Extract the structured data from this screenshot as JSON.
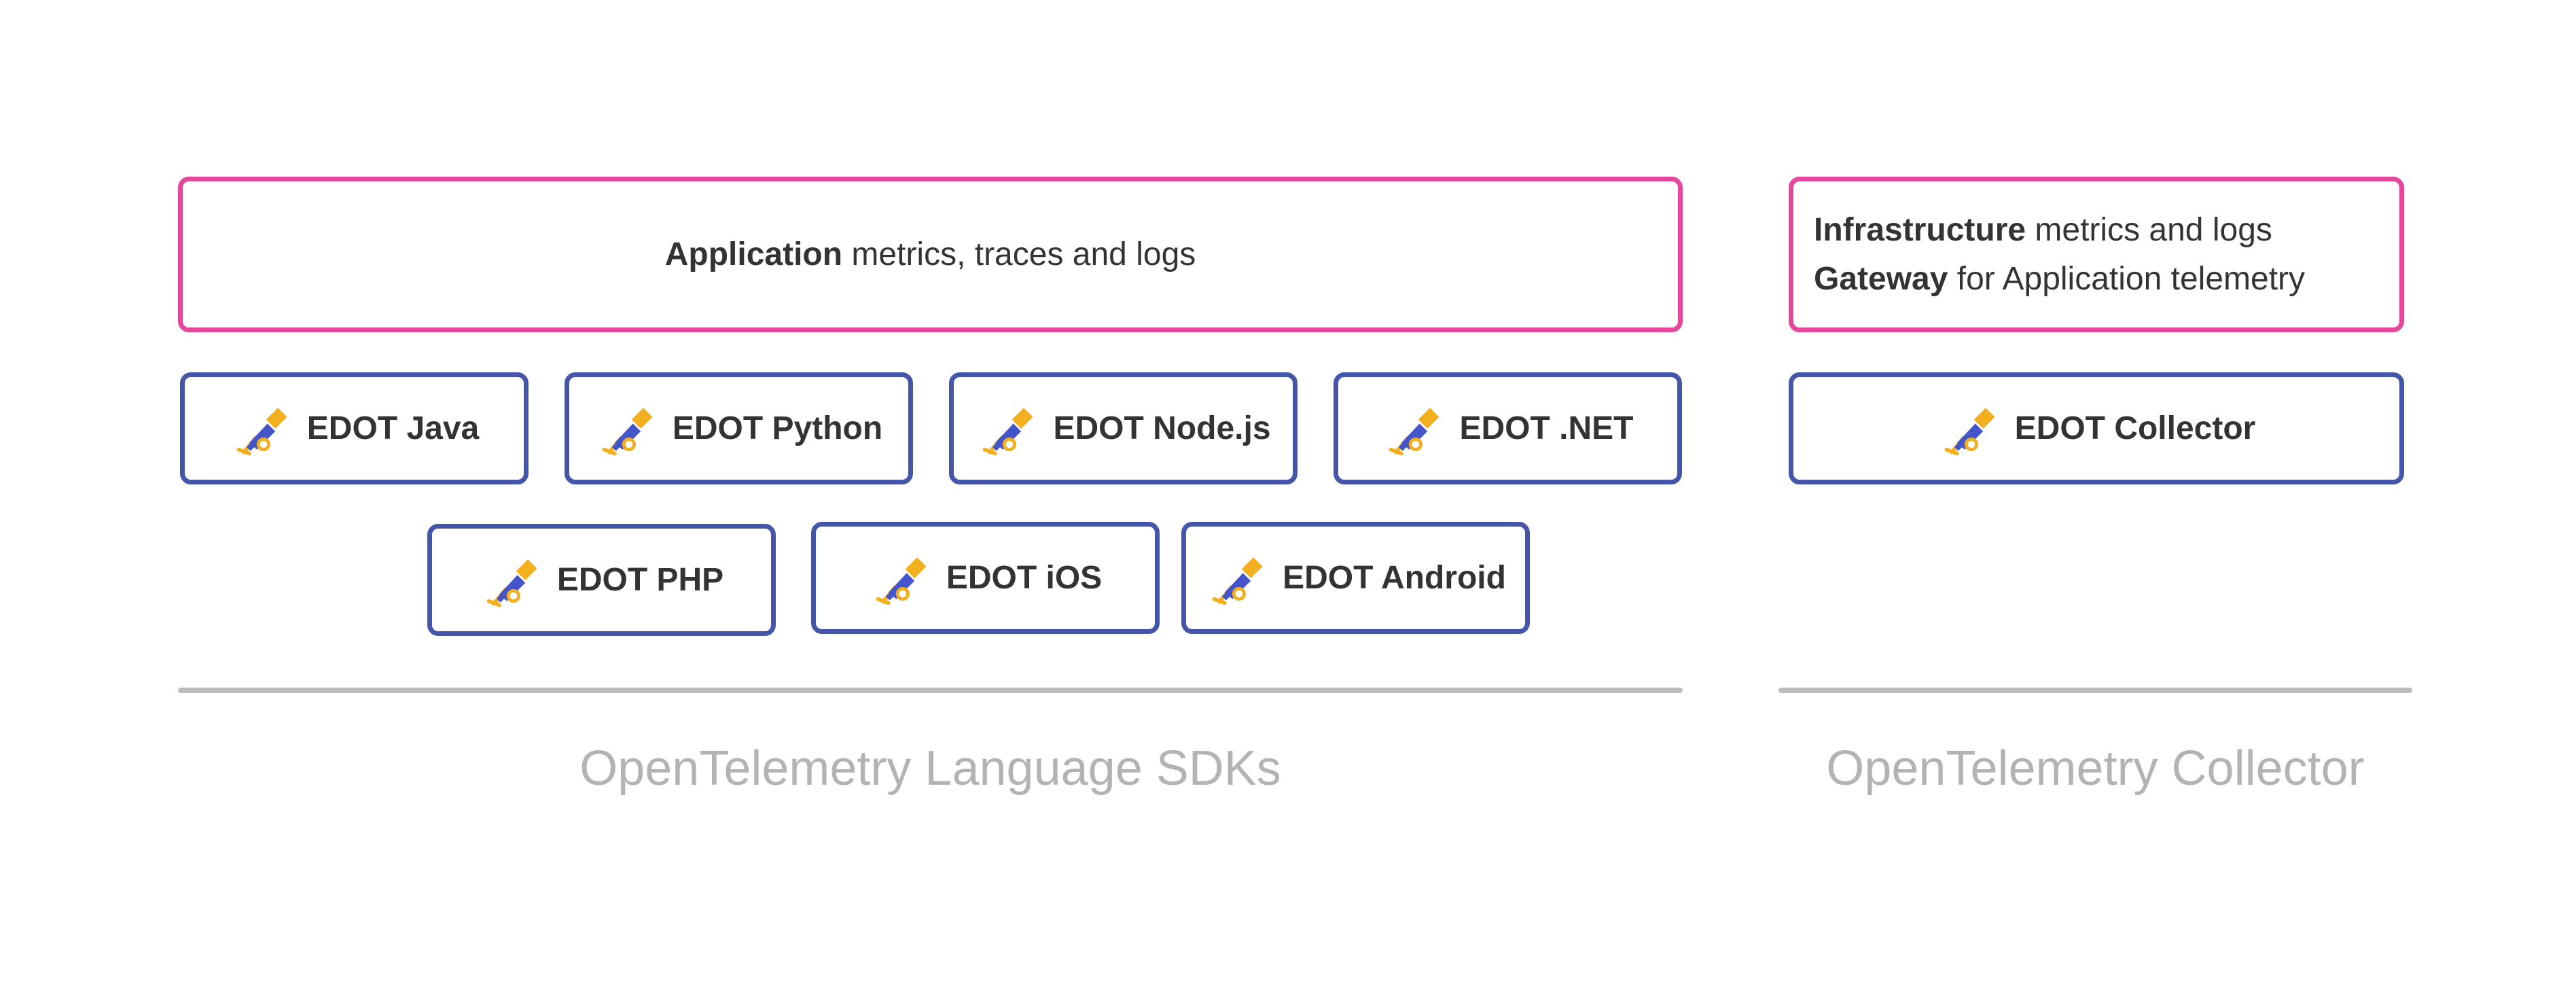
{
  "application_banner": {
    "bold": "Application",
    "rest": " metrics, traces and logs"
  },
  "infrastructure_banner": {
    "line1_bold": "Infrastructure",
    "line1_rest": " metrics and logs",
    "line2_bold": "Gateway",
    "line2_rest": " for Application telemetry"
  },
  "sdk_row1": [
    {
      "label": "EDOT Java"
    },
    {
      "label": "EDOT Python"
    },
    {
      "label": "EDOT Node.js"
    },
    {
      "label": "EDOT .NET"
    }
  ],
  "sdk_row2": [
    {
      "label": "EDOT PHP"
    },
    {
      "label": "EDOT iOS"
    },
    {
      "label": "EDOT Android"
    }
  ],
  "collector": {
    "label": "EDOT Collector"
  },
  "sections": {
    "sdks": "OpenTelemetry Language SDKs",
    "collector": "OpenTelemetry Collector"
  },
  "colors": {
    "banner_border": "#e5489a",
    "component_border": "#4455aa",
    "logo_blue": "#4455cc",
    "logo_yellow": "#f2b01e",
    "section_text": "#b3b3b3",
    "rule": "#bdbdbd"
  },
  "icons": {
    "component_logo": "telescope-icon"
  }
}
